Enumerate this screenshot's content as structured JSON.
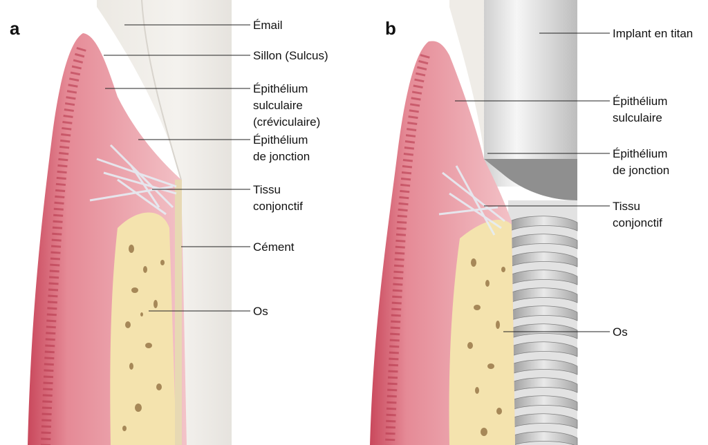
{
  "panels": [
    {
      "letter": "a",
      "labels": [
        {
          "lines": [
            "Émail"
          ]
        },
        {
          "lines": [
            "Sillon (Sulcus)"
          ]
        },
        {
          "lines": [
            "Épithélium",
            "sulculaire",
            "(créviculaire)"
          ]
        },
        {
          "lines": [
            "Épithélium",
            "de jonction"
          ]
        },
        {
          "lines": [
            "Tissu",
            "conjonctif"
          ]
        },
        {
          "lines": [
            "Cément"
          ]
        },
        {
          "lines": [
            "Os"
          ]
        }
      ]
    },
    {
      "letter": "b",
      "labels": [
        {
          "lines": [
            "Implant en titan"
          ]
        },
        {
          "lines": [
            "Épithélium",
            "sulculaire"
          ]
        },
        {
          "lines": [
            "Épithélium",
            "de jonction"
          ]
        },
        {
          "lines": [
            "Tissu",
            "conjonctif"
          ]
        },
        {
          "lines": [
            "Os"
          ]
        }
      ]
    }
  ],
  "colors": {
    "gingiva": "#dc6f7d",
    "gingiva_light": "#f1b9bf",
    "gingiva_dark": "#b73a4e",
    "bone": "#f4e3ae",
    "bone_pores": "#8c6a3c",
    "enamel": "#f2efea",
    "implant": "#d9d9d9",
    "fibers": "#e6edf4"
  }
}
